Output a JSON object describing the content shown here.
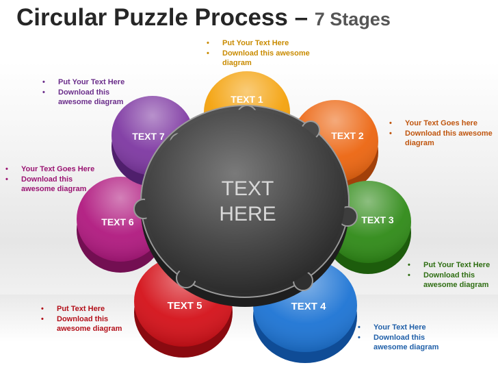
{
  "title": {
    "main": "Circular Puzzle Process –",
    "sub": "7 Stages"
  },
  "center": {
    "line1": "TEXT",
    "line2": "HERE"
  },
  "stages": [
    {
      "label": "TEXT 1",
      "color": "#f4a20c"
    },
    {
      "label": "TEXT 2",
      "color": "#ec6510"
    },
    {
      "label": "TEXT 3",
      "color": "#2f8a17"
    },
    {
      "label": "TEXT 4",
      "color": "#1d74d4"
    },
    {
      "label": "TEXT 5",
      "color": "#d41119"
    },
    {
      "label": "TEXT 6",
      "color": "#b0197f"
    },
    {
      "label": "TEXT 7",
      "color": "#7e38a2"
    }
  ],
  "notes": {
    "n1": [
      "Put Your Text Here",
      "Download this awesome diagram"
    ],
    "n2": [
      "Your Text Goes here",
      "Download this awesome diagram"
    ],
    "n3": [
      "Put Your Text Here",
      "Download this awesome diagram"
    ],
    "n4": [
      "Your Text Here",
      "Download this awesome diagram"
    ],
    "n5": [
      "Put Text Here",
      "Download this awesome diagram"
    ],
    "n6": [
      "Your Text Goes Here",
      "Download this awesome diagram"
    ],
    "n7": [
      "Put Your Text Here",
      "Download this awesome diagram"
    ]
  }
}
